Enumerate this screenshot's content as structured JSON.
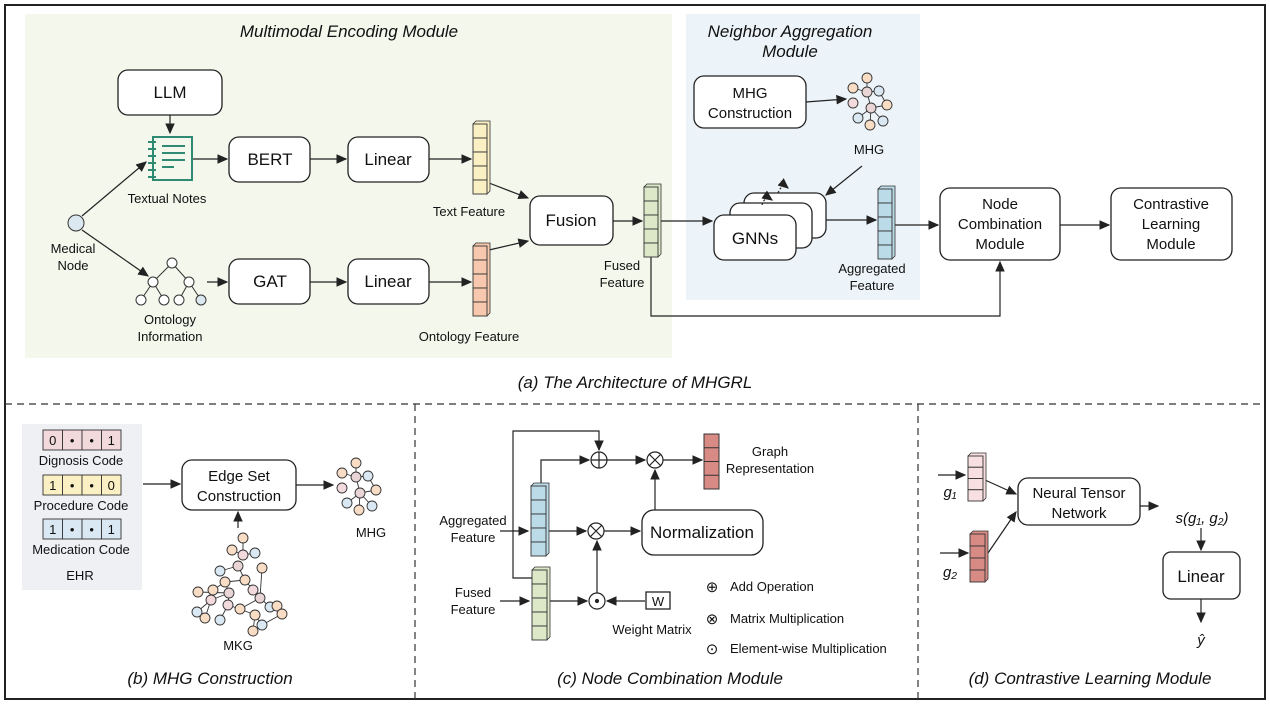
{
  "colors": {
    "encoding_bg": "#f3f7ec",
    "aggregation_bg": "#edf4f9",
    "ehr_bg": "#eef0f4",
    "text_feature": "#fbefc4",
    "ontology_feature": "#f7c8ad",
    "fused_feature": "#dde8c9",
    "aggregated_feature": "#bcdbe8",
    "graph_rep": "#d88b84",
    "notes_icon": "#2e8a72"
  },
  "a": {
    "encoding_title": "Multimodal Encoding Module",
    "aggregation_title_1": "Neighbor Aggregation",
    "aggregation_title_2": "Module",
    "llm": "LLM",
    "textual_notes": "Textual Notes",
    "medical_1": "Medical",
    "medical_2": "Node",
    "bert": "BERT",
    "linear_1": "Linear",
    "gat": "GAT",
    "linear_2": "Linear",
    "ontology_1": "Ontology",
    "ontology_2": "Information",
    "text_feature": "Text Feature",
    "ontology_feature": "Ontology Feature",
    "fusion": "Fusion",
    "fused_1": "Fused",
    "fused_2": "Feature",
    "mhg_construction_1": "MHG",
    "mhg_construction_2": "Construction",
    "mhg": "MHG",
    "gnns": "GNNs",
    "aggregated_1": "Aggregated",
    "aggregated_2": "Feature",
    "node_comb_1": "Node",
    "node_comb_2": "Combination",
    "node_comb_3": "Module",
    "contrastive_1": "Contrastive",
    "contrastive_2": "Learning",
    "contrastive_3": "Module",
    "caption": "(a) The Architecture of MHGRL"
  },
  "b": {
    "codes": [
      {
        "label": "Dignosis Code",
        "cells": [
          "0",
          "•",
          "•",
          "1"
        ]
      },
      {
        "label": "Procedure Code",
        "cells": [
          "1",
          "•",
          "•",
          "0"
        ]
      },
      {
        "label": "Medication Code",
        "cells": [
          "1",
          "•",
          "•",
          "1"
        ]
      }
    ],
    "ehr": "EHR",
    "edge_set_1": "Edge Set",
    "edge_set_2": "Construction",
    "mhg": "MHG",
    "mkg": "MKG",
    "caption": "(b) MHG Construction"
  },
  "c": {
    "aggregated_1": "Aggregated",
    "aggregated_2": "Feature",
    "fused_1": "Fused",
    "fused_2": "Feature",
    "normalization": "Normalization",
    "graph_rep_1": "Graph",
    "graph_rep_2": "Representation",
    "w": "W",
    "weight_matrix": "Weight Matrix",
    "legend": [
      {
        "symbol": "⊕",
        "label": "Add Operation"
      },
      {
        "symbol": "⊗",
        "label": "Matrix Multiplication"
      },
      {
        "symbol": "⊙",
        "label": "Element-wise Multiplication"
      }
    ],
    "caption": "(c) Node Combination Module"
  },
  "d": {
    "g1": "g₁",
    "g2": "g₂",
    "ntn_1": "Neural Tensor",
    "ntn_2": "Network",
    "score": "s(g₁, g₂)",
    "linear": "Linear",
    "y_hat": "ŷ",
    "caption": "(d) Contrastive Learning Module"
  }
}
